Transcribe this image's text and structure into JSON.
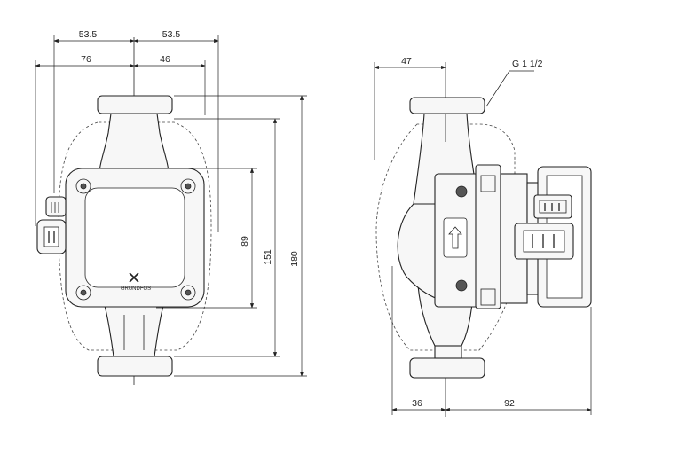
{
  "front_view": {
    "dims": {
      "top_left_half": "53.5",
      "top_right_half": "53.5",
      "left_offset": "76",
      "right_offset": "46",
      "height_89": "89",
      "height_151": "151",
      "height_180": "180"
    },
    "logo_text": "GRUNDFOS"
  },
  "side_view": {
    "dims": {
      "top_offset": "47",
      "bottom_left": "36",
      "bottom_right": "92"
    },
    "thread_label": "G 1 1/2"
  }
}
